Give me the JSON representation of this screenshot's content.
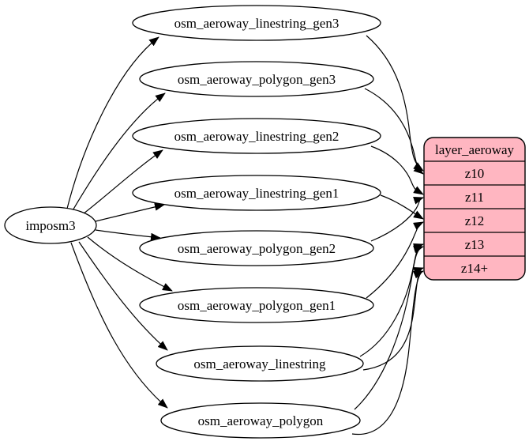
{
  "diagram": {
    "source": {
      "label": "imposm3"
    },
    "tables": [
      {
        "label": "osm_aeroway_linestring_gen3",
        "feeds": [
          "z10"
        ]
      },
      {
        "label": "osm_aeroway_polygon_gen3",
        "feeds": [
          "z10"
        ]
      },
      {
        "label": "osm_aeroway_linestring_gen2",
        "feeds": [
          "z11"
        ]
      },
      {
        "label": "osm_aeroway_linestring_gen1",
        "feeds": [
          "z12"
        ]
      },
      {
        "label": "osm_aeroway_polygon_gen2",
        "feeds": [
          "z11"
        ]
      },
      {
        "label": "osm_aeroway_polygon_gen1",
        "feeds": [
          "z12"
        ]
      },
      {
        "label": "osm_aeroway_linestring",
        "feeds": [
          "z13",
          "z14+"
        ]
      },
      {
        "label": "osm_aeroway_polygon",
        "feeds": [
          "z13",
          "z14+"
        ]
      }
    ],
    "layer": {
      "title": "layer_aeroway",
      "rows": [
        "z10",
        "z11",
        "z12",
        "z13",
        "z14+"
      ]
    },
    "colors": {
      "layer_fill": "#FFB6C1",
      "node_fill": "#FFFFFF",
      "stroke": "#000000",
      "background": "#FFFFFF"
    },
    "edges": [
      {
        "from": "imposm3",
        "to": "osm_aeroway_linestring_gen3"
      },
      {
        "from": "imposm3",
        "to": "osm_aeroway_polygon_gen3"
      },
      {
        "from": "imposm3",
        "to": "osm_aeroway_linestring_gen2"
      },
      {
        "from": "imposm3",
        "to": "osm_aeroway_linestring_gen1"
      },
      {
        "from": "imposm3",
        "to": "osm_aeroway_polygon_gen2"
      },
      {
        "from": "imposm3",
        "to": "osm_aeroway_polygon_gen1"
      },
      {
        "from": "imposm3",
        "to": "osm_aeroway_linestring"
      },
      {
        "from": "imposm3",
        "to": "osm_aeroway_polygon"
      },
      {
        "from": "osm_aeroway_linestring_gen3",
        "to": "layer_aeroway:z10"
      },
      {
        "from": "osm_aeroway_polygon_gen3",
        "to": "layer_aeroway:z10"
      },
      {
        "from": "osm_aeroway_linestring_gen2",
        "to": "layer_aeroway:z11"
      },
      {
        "from": "osm_aeroway_polygon_gen2",
        "to": "layer_aeroway:z11"
      },
      {
        "from": "osm_aeroway_linestring_gen1",
        "to": "layer_aeroway:z12"
      },
      {
        "from": "osm_aeroway_polygon_gen1",
        "to": "layer_aeroway:z12"
      },
      {
        "from": "osm_aeroway_linestring",
        "to": "layer_aeroway:z13"
      },
      {
        "from": "osm_aeroway_polygon",
        "to": "layer_aeroway:z13"
      },
      {
        "from": "osm_aeroway_linestring",
        "to": "layer_aeroway:z14+"
      },
      {
        "from": "osm_aeroway_polygon",
        "to": "layer_aeroway:z14+"
      }
    ]
  }
}
